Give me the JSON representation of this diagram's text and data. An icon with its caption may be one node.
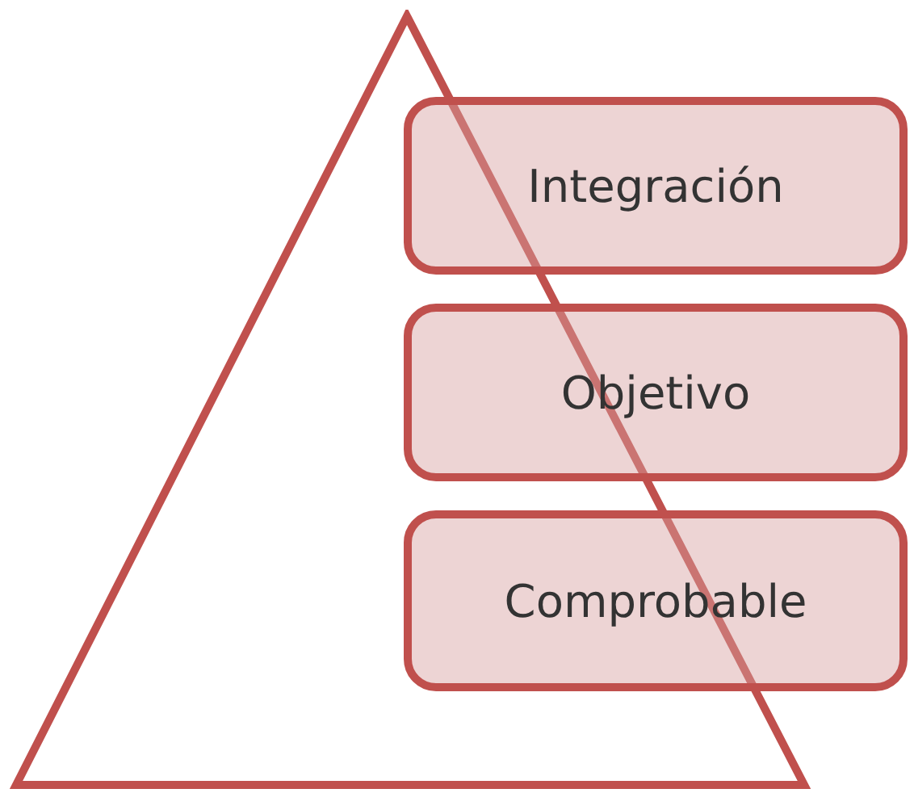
{
  "diagram": {
    "nodes": [
      {
        "text": [],
        "shape": "triangle"
      },
      {
        "text": [
          "Integración"
        ]
      },
      {
        "text": [
          "Objetivo"
        ]
      },
      {
        "text": [
          "Comprobable"
        ]
      }
    ]
  }
}
